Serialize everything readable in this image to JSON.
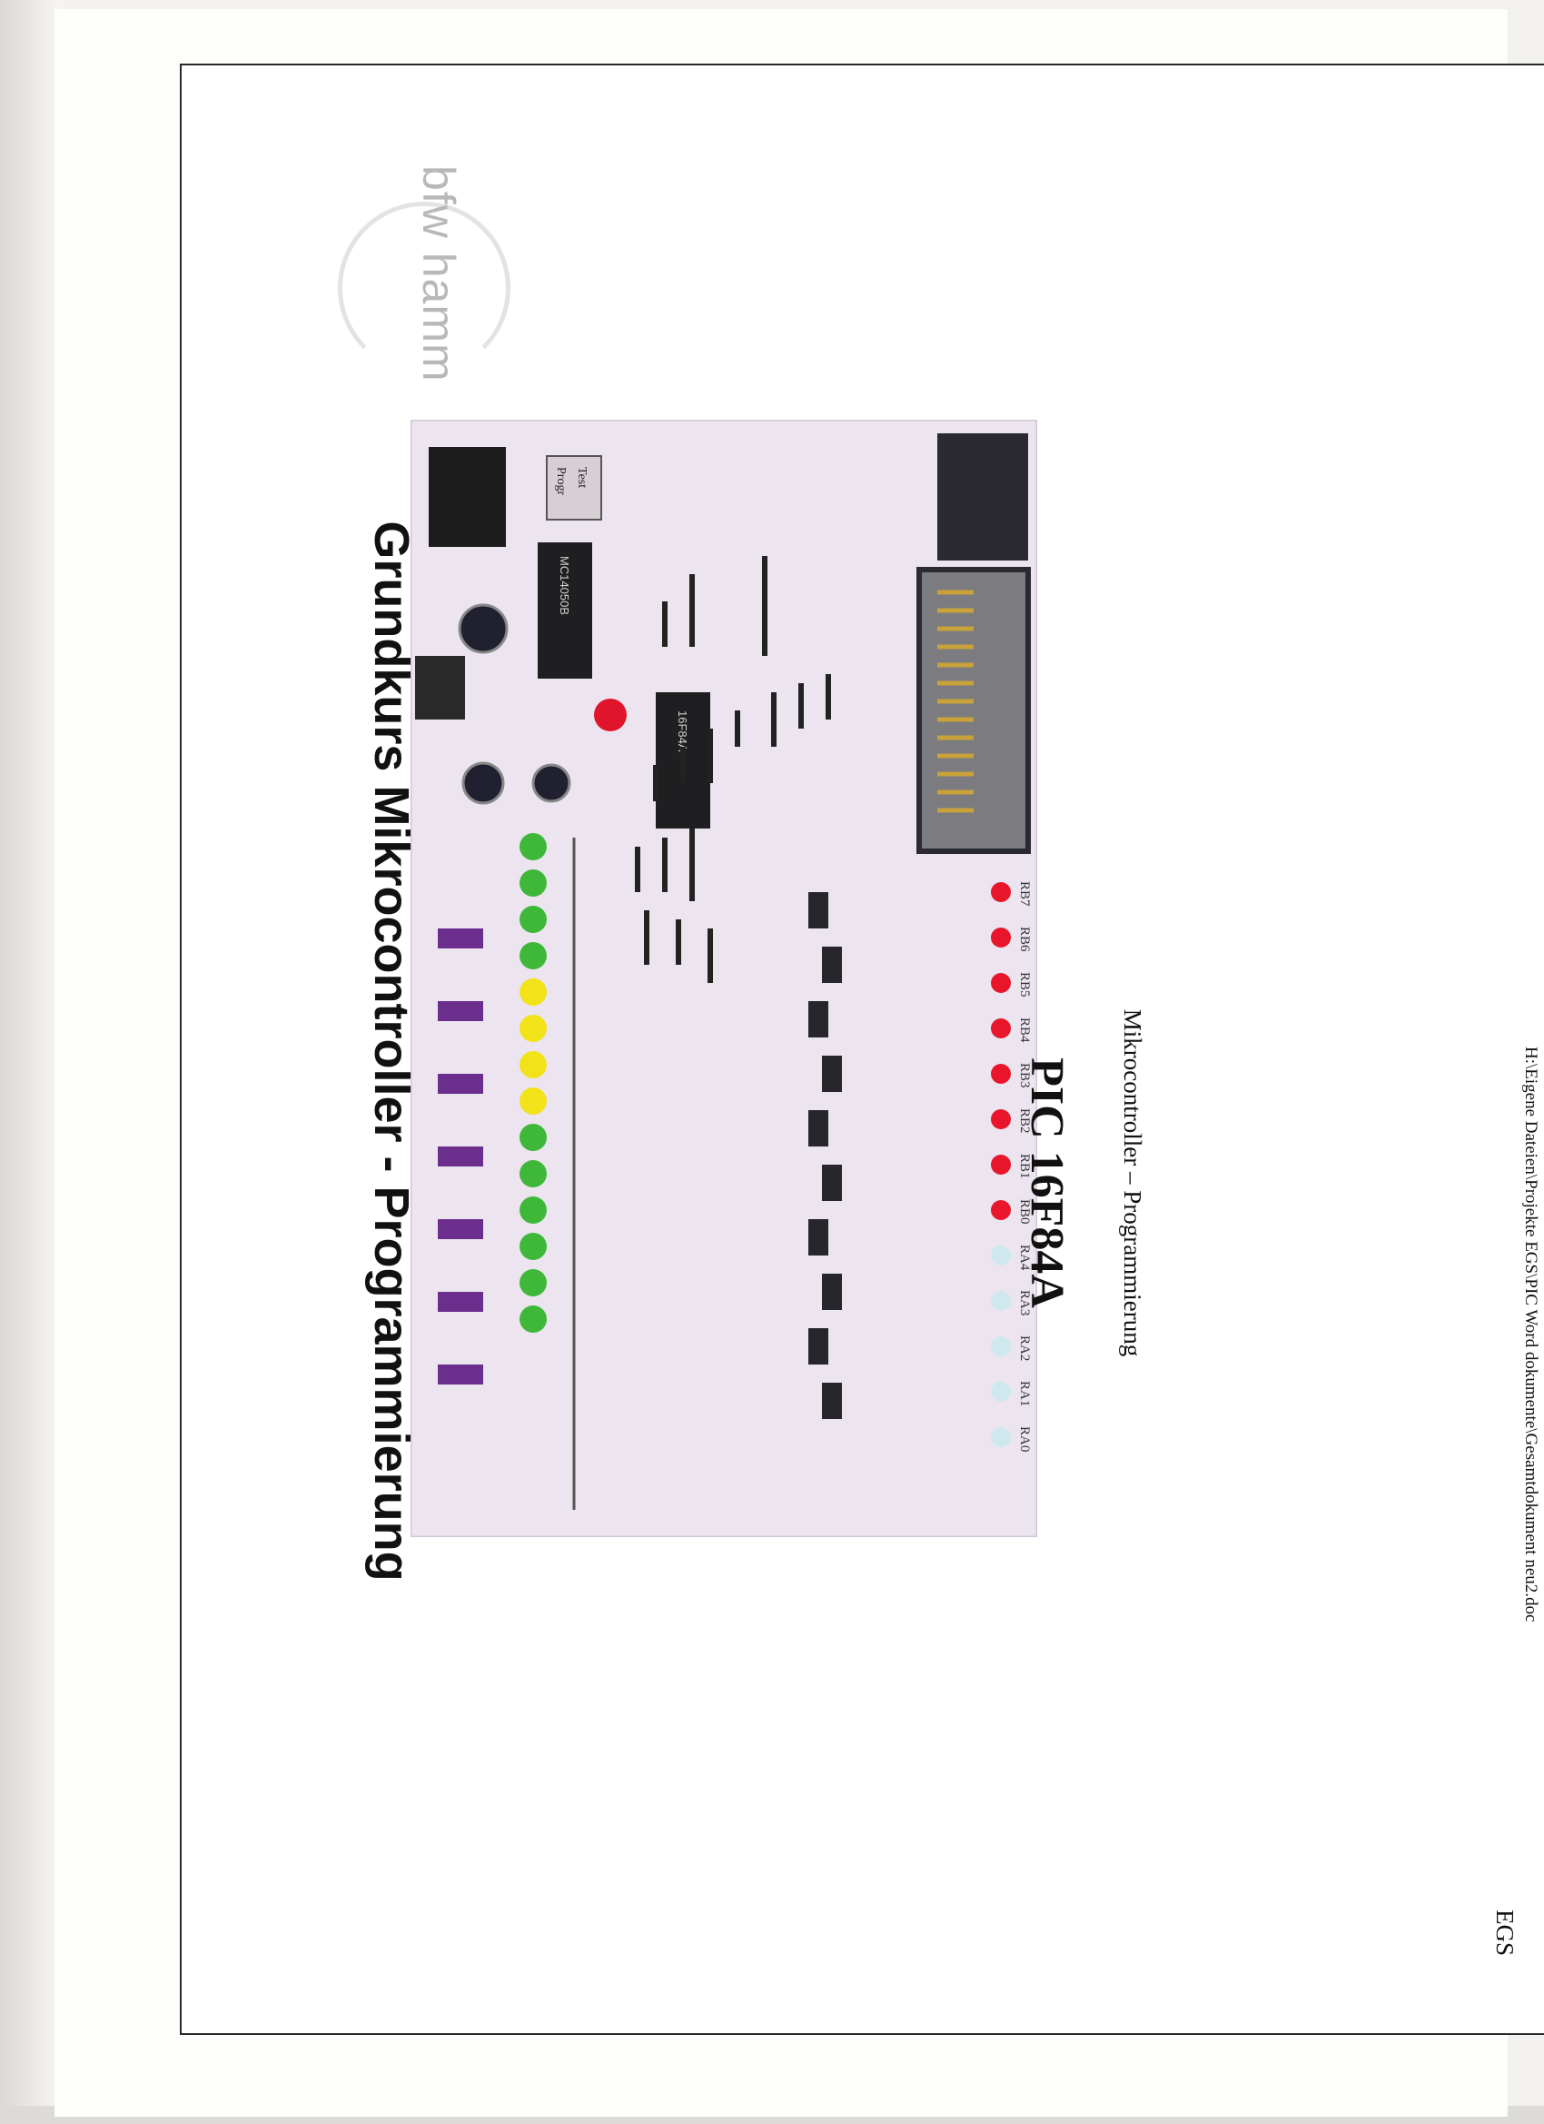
{
  "document": {
    "logo_text": "bfw hamm",
    "title": "Grundkurs Mikrocontroller - Programmierung",
    "subtitle": "PIC  16F84A",
    "tagline": "Mikrocontroller – Programmierung",
    "footer_org": "EGS",
    "footer_path": "H:\\Eigene Dateien\\Projekte EGS\\PIC Word dokumente\\Gesamtdokument neu2.doc"
  },
  "photo": {
    "header_labels": [
      "RB7",
      "RB6",
      "RB5",
      "RB4",
      "RB3",
      "RB2",
      "RB1",
      "RB0",
      "RA4",
      "RA3",
      "RA2",
      "RA1",
      "RA0"
    ],
    "switch_labels": [
      "Test",
      "Progr"
    ],
    "chip_labels": [
      "MC14050B",
      "16F84A"
    ]
  },
  "colors": {
    "board": "#e9e2ee",
    "led_green": "#3fb83a",
    "led_yellow": "#f2e21a",
    "led_red": "#e8152b",
    "led_clear": "#cfe8ee",
    "connector": "#2a2a30",
    "jumper_purple": "#6b2e8c",
    "title": "#111111",
    "logo": "#b8b8b8"
  }
}
